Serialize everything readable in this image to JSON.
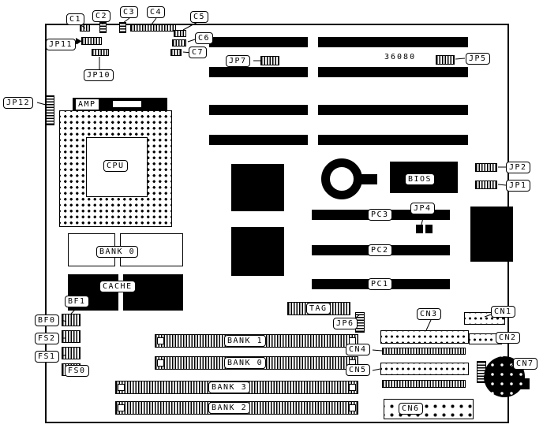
{
  "board": {
    "part_number": "36080"
  },
  "callouts": {
    "c1": "C1",
    "c2": "C2",
    "c3": "C3",
    "c4": "C4",
    "c5": "C5",
    "c6": "C6",
    "c7": "C7",
    "jp1": "JP1",
    "jp2": "JP2",
    "jp4": "JP4",
    "jp5": "JP5",
    "jp6": "JP6",
    "jp7": "JP7",
    "jp10": "JP10",
    "jp11": "JP11",
    "jp12": "JP12",
    "bf0": "BF0",
    "bf1": "BF1",
    "fs0": "FS0",
    "fs1": "FS1",
    "fs2": "FS2",
    "cn1": "CN1",
    "cn2": "CN2",
    "cn3": "CN3",
    "cn4": "CN4",
    "cn5": "CN5",
    "cn6": "CN6",
    "cn7": "CN7"
  },
  "components": {
    "amp": "AMP",
    "cpu": "CPU",
    "bios": "BIOS",
    "cache": "CACHE",
    "cache_bank0": "BANK 0",
    "tag": "TAG",
    "pc1": "PC1",
    "pc2": "PC2",
    "pc3": "PC3",
    "bank1": "BANK 1",
    "simm_bank0": "BANK 0",
    "bank3": "BANK 3",
    "bank2": "BANK 2"
  }
}
